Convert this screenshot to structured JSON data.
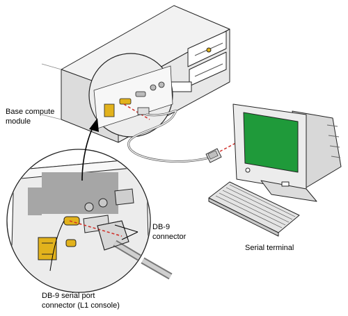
{
  "labels": {
    "base_module_line1": "Base compute",
    "base_module_line2": "module",
    "db9_line1": "DB-9",
    "db9_line2": "connector",
    "serial_terminal": "Serial terminal",
    "serial_port_line1": "DB-9 serial port",
    "serial_port_line2": "connector (L1 console)"
  },
  "colors": {
    "screen": "#1f9a3a",
    "cable_dash": "#d0302a",
    "port_yellow": "#e2b21c",
    "outline": "#222222",
    "metal": "#e6e6e6",
    "metal_dark": "#cfcfcf",
    "vent": "#9a9a9a"
  },
  "icons": [
    "power-socket-icon",
    "db9-port-icon",
    "ps2-port-icon",
    "serial-plug-icon"
  ]
}
